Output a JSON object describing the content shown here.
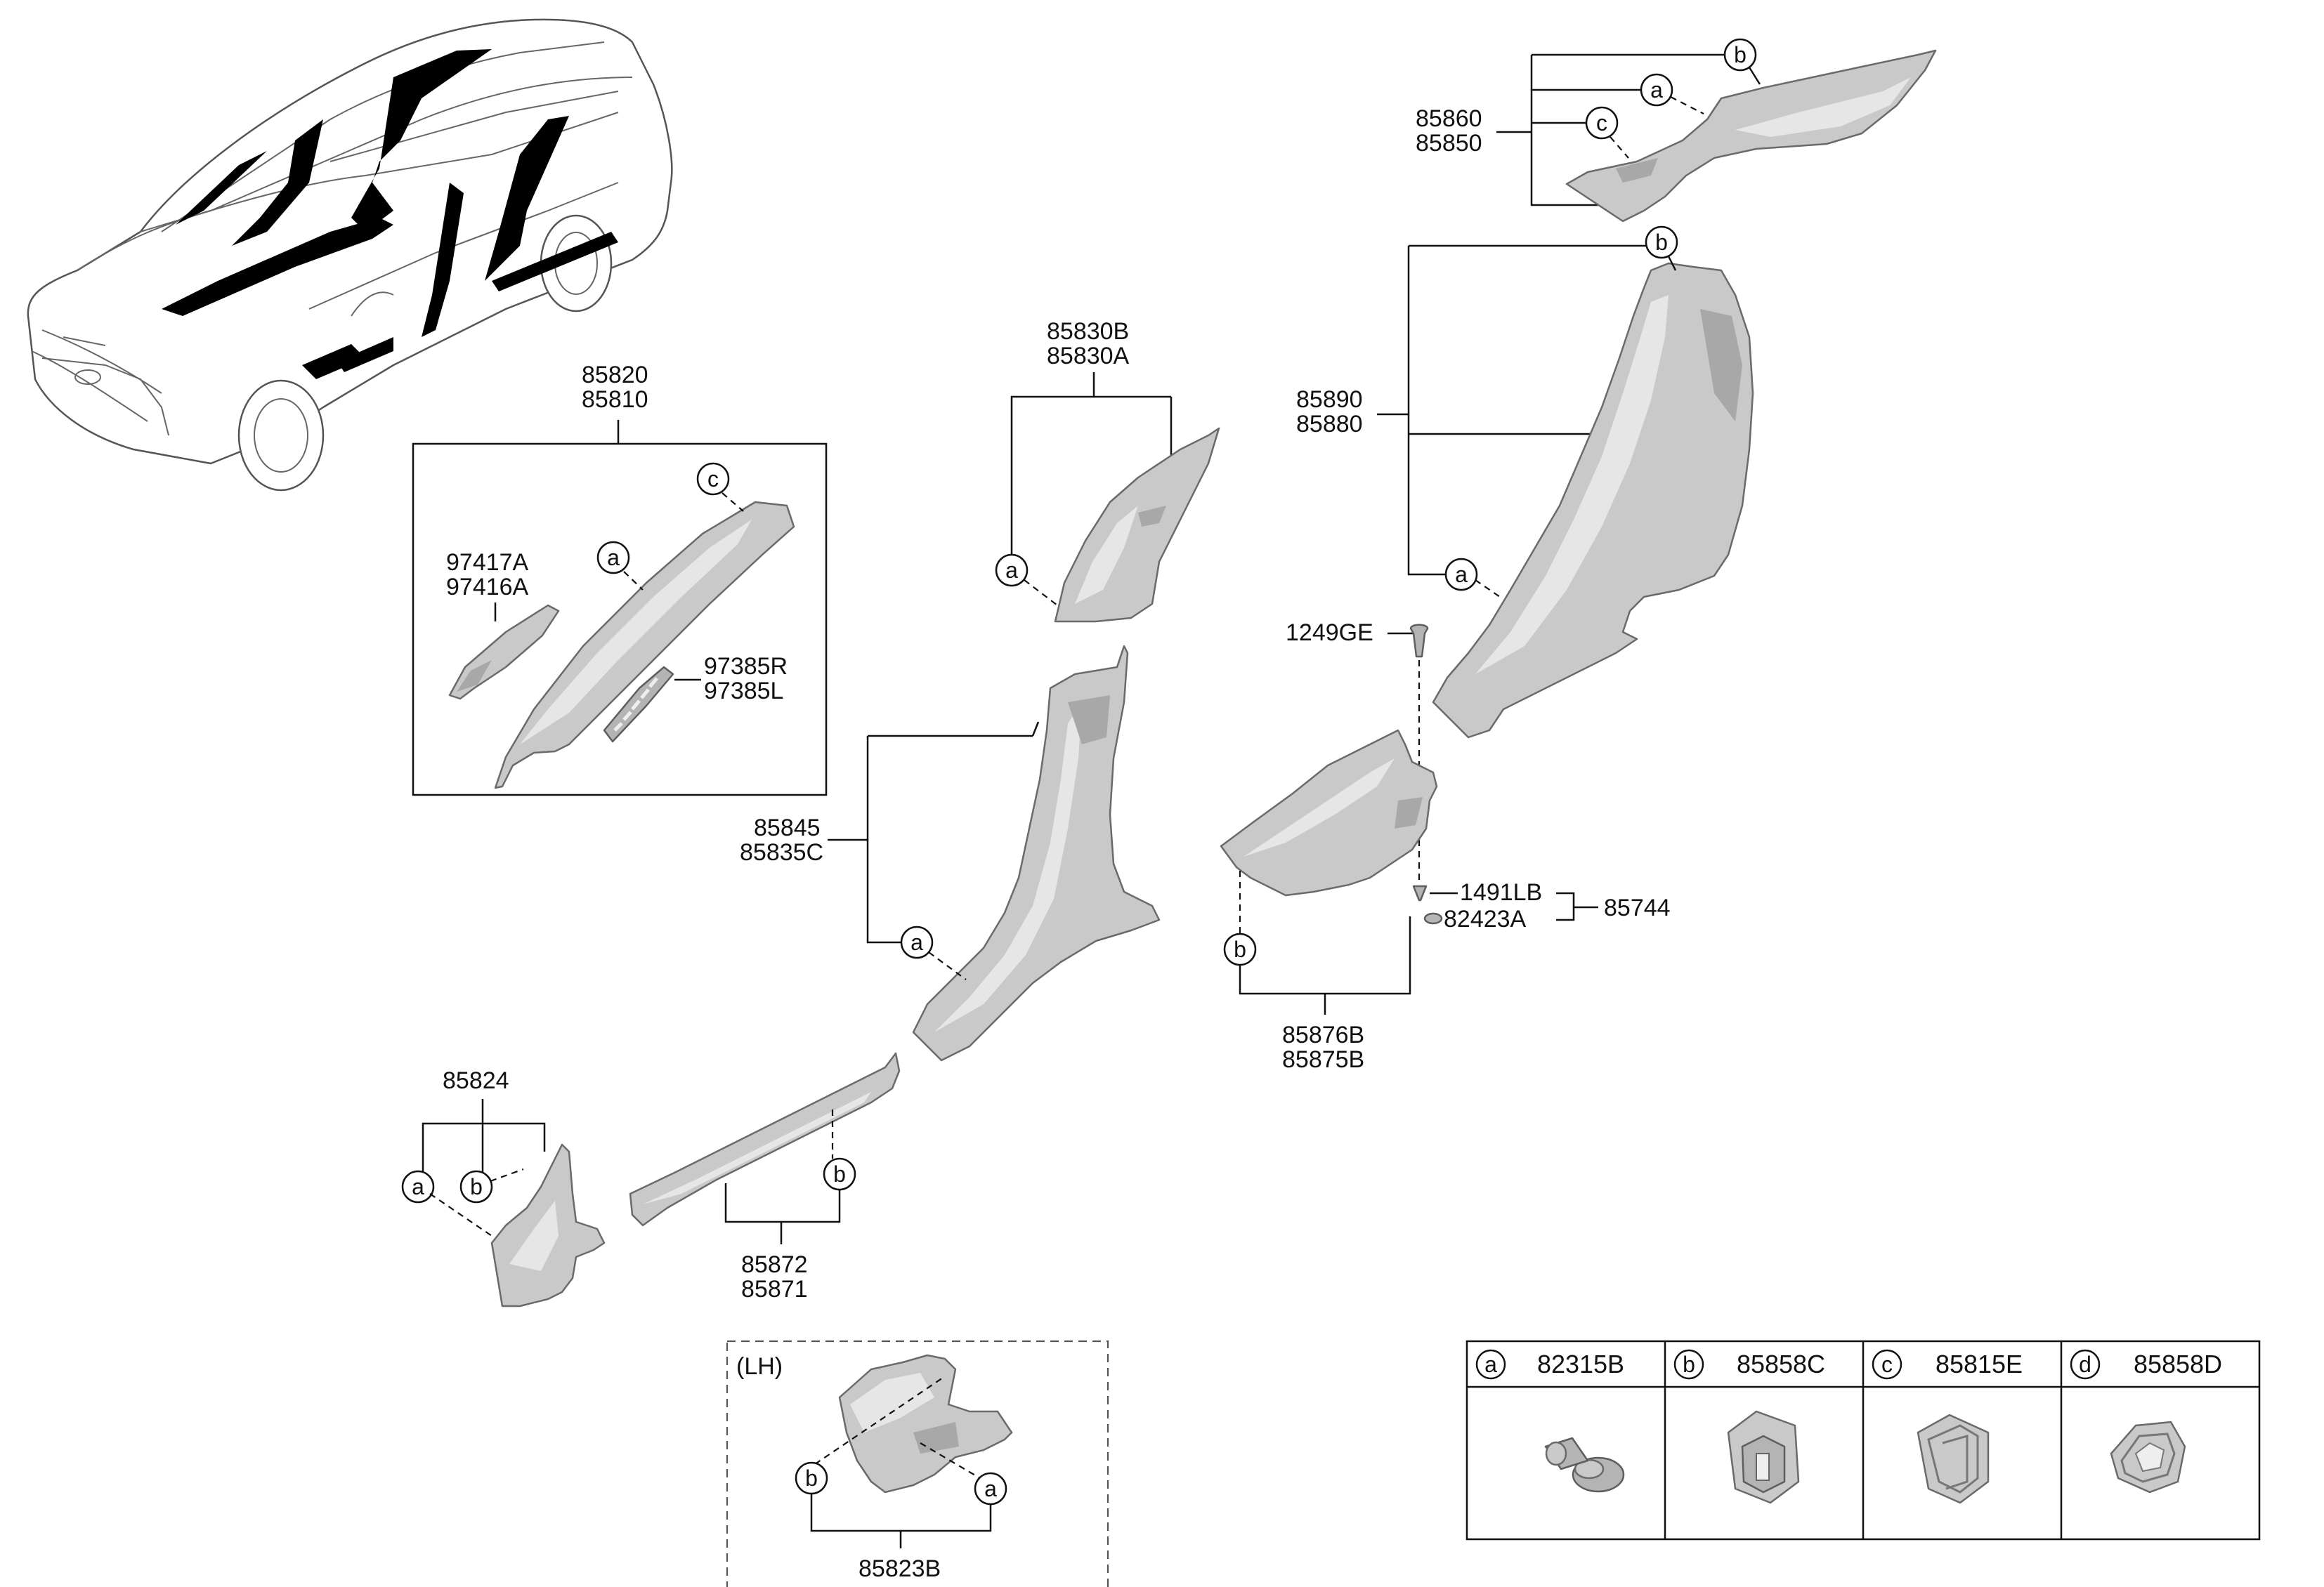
{
  "labels": {
    "p85820": "85820",
    "p85810": "85810",
    "p97417A": "97417A",
    "p97416A": "97416A",
    "p97385R": "97385R",
    "p97385L": "97385L",
    "p85830B": "85830B",
    "p85830A": "85830A",
    "p85845": "85845",
    "p85835C": "85835C",
    "p85860": "85860",
    "p85850": "85850",
    "p85890": "85890",
    "p85880": "85880",
    "p1249GE": "1249GE",
    "p1491LB": "1491LB",
    "p82423A": "82423A",
    "p85744": "85744",
    "p85876B": "85876B",
    "p85875B": "85875B",
    "p85824": "85824",
    "p85872": "85872",
    "p85871": "85871",
    "p85823B": "85823B",
    "lh": "(LH)"
  },
  "callouts": {
    "a": "a",
    "b": "b",
    "c": "c",
    "d": "d"
  },
  "fastener_table": {
    "columns": [
      {
        "key": "a",
        "part": "82315B",
        "icon": "push-clip-icon"
      },
      {
        "key": "b",
        "part": "85858C",
        "icon": "retainer-clip-icon"
      },
      {
        "key": "c",
        "part": "85815E",
        "icon": "spring-clip-icon"
      },
      {
        "key": "d",
        "part": "85858D",
        "icon": "wire-clip-icon"
      }
    ]
  },
  "colors": {
    "part_fill": "#c9c9c9",
    "part_stroke": "#6a6a6a",
    "line": "#111111",
    "highlight": "#000000"
  }
}
